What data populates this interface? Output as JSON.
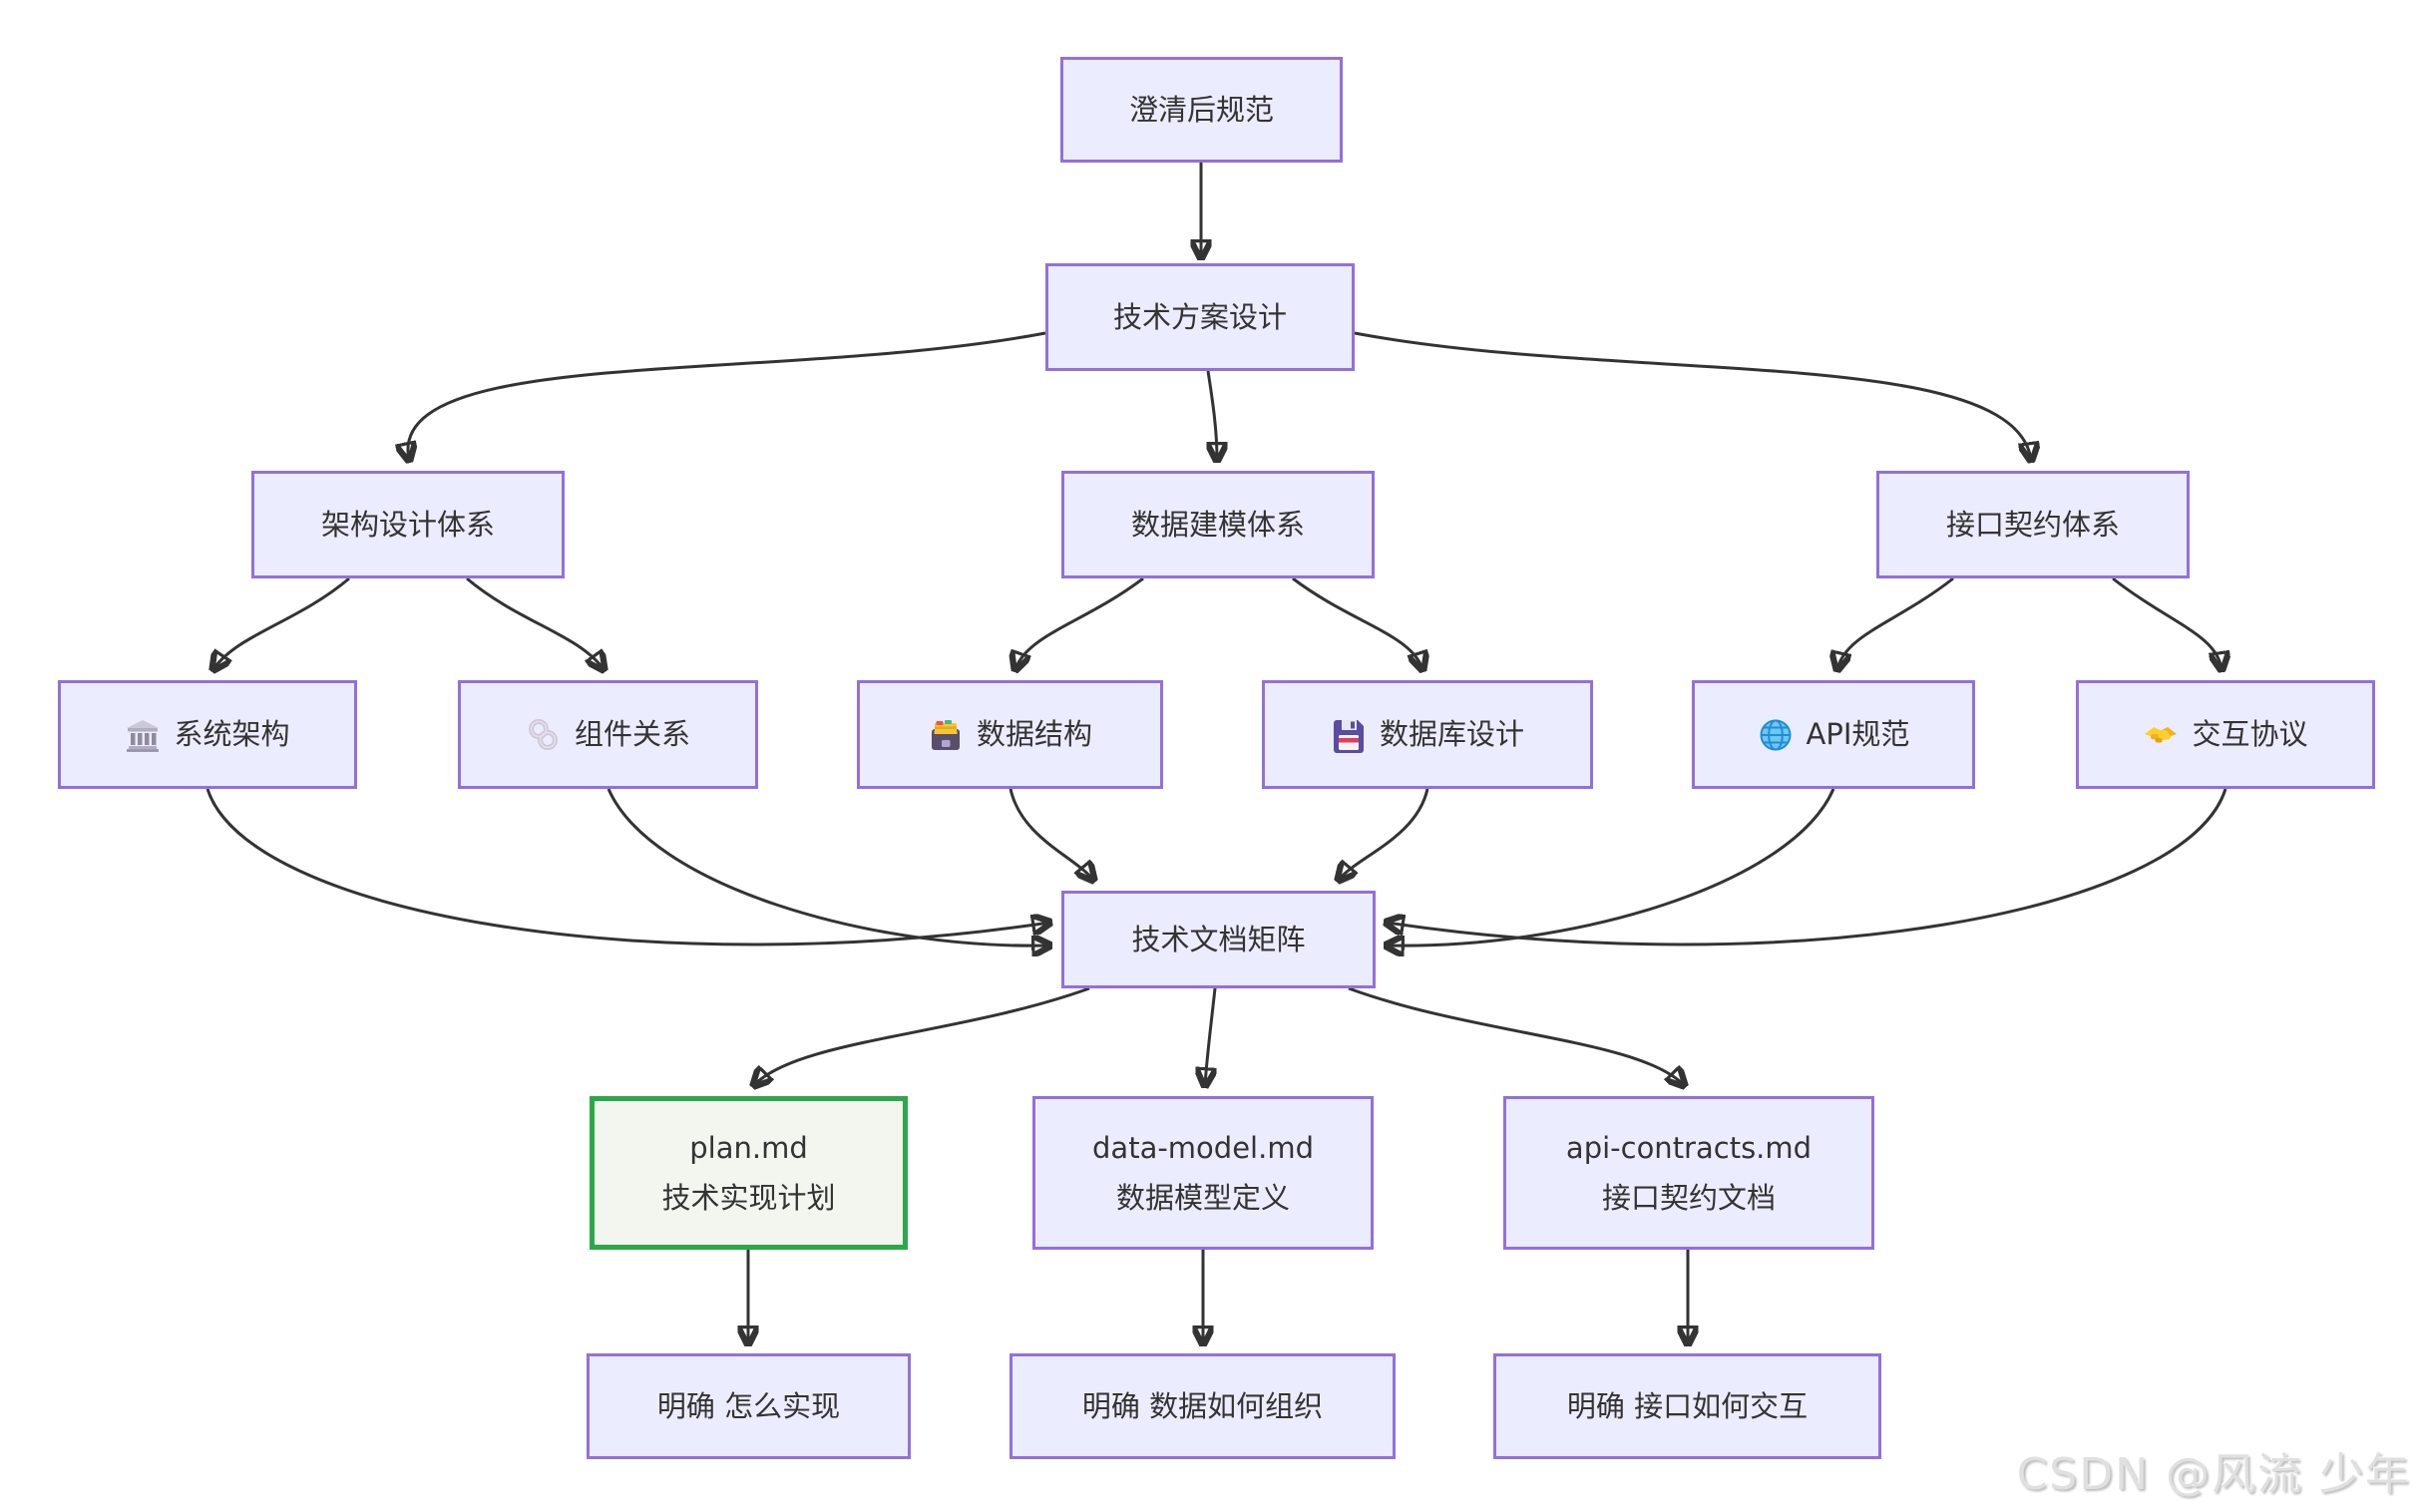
{
  "diagram": {
    "nodes": {
      "spec": {
        "label": "澄清后规范"
      },
      "design": {
        "label": "技术方案设计"
      },
      "arch_sys": {
        "label": "架构设计体系"
      },
      "data_sys": {
        "label": "数据建模体系"
      },
      "api_sys": {
        "label": "接口契约体系"
      },
      "sys_arch": {
        "label": "系统架构",
        "icon": "classical-building-icon"
      },
      "comp_rel": {
        "label": "组件关系",
        "icon": "link-icon"
      },
      "data_struct": {
        "label": "数据结构",
        "icon": "card-file-box-icon"
      },
      "db_design": {
        "label": "数据库设计",
        "icon": "floppy-disk-icon"
      },
      "api_spec": {
        "label": "API规范",
        "icon": "globe-icon"
      },
      "interact": {
        "label": "交互协议",
        "icon": "handshake-icon"
      },
      "matrix": {
        "label": "技术文档矩阵"
      },
      "plan_md": {
        "title": "plan.md",
        "subtitle": "技术实现计划"
      },
      "data_model_md": {
        "title": "data-model.md",
        "subtitle": "数据模型定义"
      },
      "api_contracts_md": {
        "title": "api-contracts.md",
        "subtitle": "接口契约文档"
      },
      "plan_goal": {
        "label": "明确 怎么实现"
      },
      "data_goal": {
        "label": "明确 数据如何组织"
      },
      "api_goal": {
        "label": "明确 接口如何交互"
      }
    },
    "colors": {
      "node_fill": "#ECECFF",
      "node_border": "#9370DB",
      "highlight_fill": "#f2f6ee",
      "highlight_border": "#2aa84a",
      "edge": "#333333"
    },
    "watermark": "CSDN @风流 少年"
  }
}
